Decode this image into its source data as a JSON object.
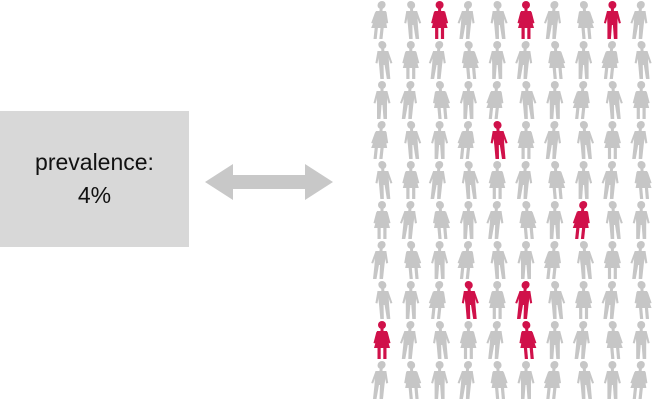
{
  "label": {
    "line1": "prevalence:",
    "line2": "4%"
  },
  "colors": {
    "box": "#d8d8d8",
    "arrow": "#c8c8c8",
    "person_default": "#c6c6c6",
    "person_highlight": "#d0114a"
  },
  "icons": {
    "arrow": "double-headed-arrow-icon",
    "person": "person-icon"
  },
  "grid": {
    "rows": 10,
    "cols": 10,
    "highlighted": [
      [
        0,
        2
      ],
      [
        0,
        5
      ],
      [
        0,
        8
      ],
      [
        3,
        4
      ],
      [
        5,
        7
      ],
      [
        7,
        3
      ],
      [
        7,
        5
      ],
      [
        8,
        0
      ],
      [
        8,
        5
      ]
    ]
  }
}
